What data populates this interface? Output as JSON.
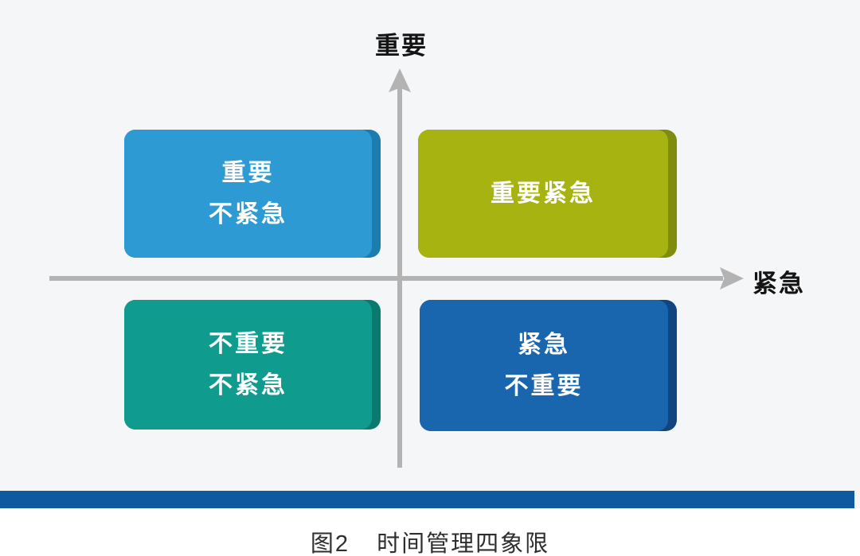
{
  "axes": {
    "y_label": "重要",
    "x_label": "紧急",
    "line_color": "#b3b3b3"
  },
  "icons": {
    "y_axis_arrow": "arrow-up",
    "x_axis_arrow": "arrow-right"
  },
  "quadrants": [
    {
      "id": "important-not-urgent",
      "position": "top-left",
      "lines": [
        "重要",
        "不紧急"
      ],
      "color": "#2e9ad3",
      "edge_color": "#1b7cad"
    },
    {
      "id": "important-urgent",
      "position": "top-right",
      "lines": [
        "重要紧急"
      ],
      "color": "#a6b310",
      "edge_color": "#7f8c0e"
    },
    {
      "id": "not-important-not-urgent",
      "position": "bottom-left",
      "lines": [
        "不重要",
        "不紧急"
      ],
      "color": "#0f9c8e",
      "edge_color": "#0a7a6f"
    },
    {
      "id": "urgent-not-important",
      "position": "bottom-right",
      "lines": [
        "紧急",
        "不重要"
      ],
      "color": "#1a66ae",
      "edge_color": "#12457e"
    }
  ],
  "divider_bar": {
    "color": "#0e59a0"
  },
  "caption": {
    "figure_label": "图2",
    "title": "时间管理四象限"
  },
  "background_color": "#f5f6f7"
}
